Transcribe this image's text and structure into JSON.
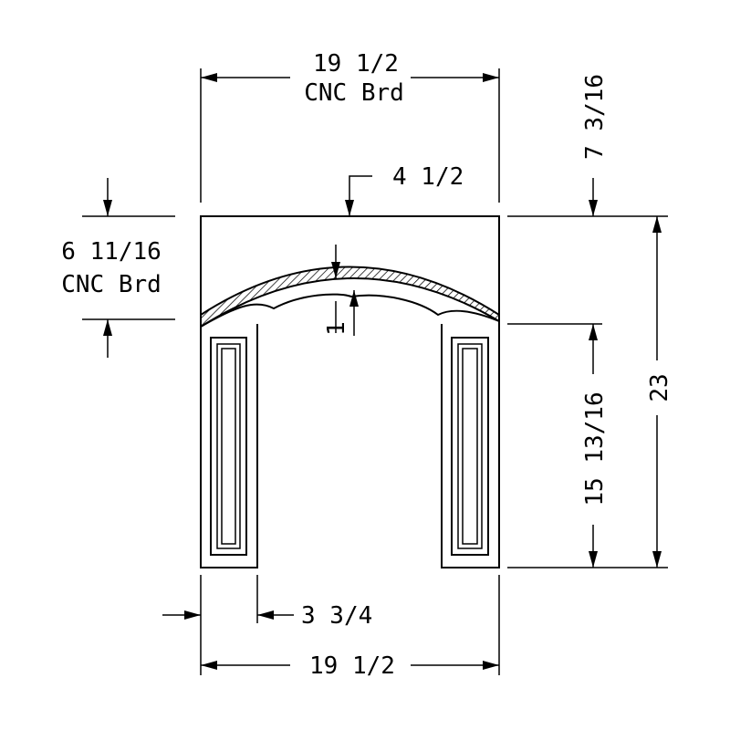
{
  "dimensions": {
    "top_width": "19 1/2",
    "top_width_note": "CNC Brd",
    "center_offset": "4 1/2",
    "top_height": "7 3/16",
    "left_height": "6 11/16",
    "left_height_note": "CNC Brd",
    "arch_thickness": "1",
    "overall_height": "23",
    "leg_height": "15 13/16",
    "leg_width": "3 3/4",
    "bottom_width": "19 1/2"
  },
  "colors": {
    "line": "#000000",
    "background": "#ffffff"
  }
}
